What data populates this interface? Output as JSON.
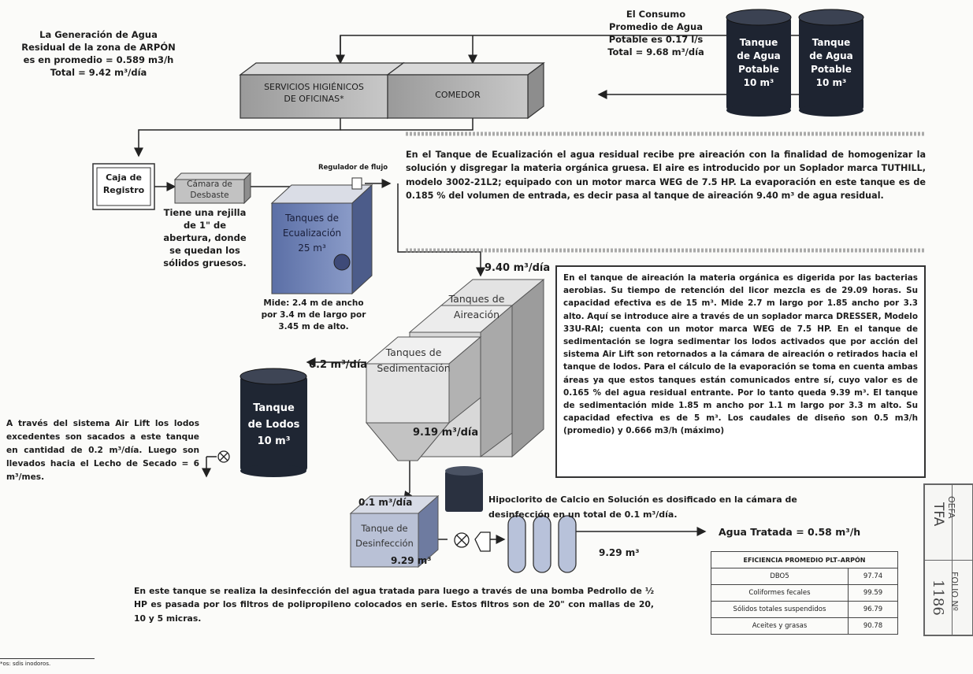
{
  "generation": {
    "line1": "La Generación de Agua",
    "line2": "Residual de la zona de ARPÓN",
    "line3": "es en promedio = 0.589 m3/h",
    "line4": "Total = 9.42 m³/día"
  },
  "consumption": {
    "line1": "El Consumo",
    "line2": "Promedio de Agua",
    "line3": "Potable es  0.17  l/s",
    "line4": "Total = 9.68 m³/día"
  },
  "potable_tanks": [
    {
      "l1": "Tanque",
      "l2": "de Agua",
      "l3": "Potable",
      "l4": "10 m³"
    },
    {
      "l1": "Tanque",
      "l2": "de Agua",
      "l3": "Potable",
      "l4": "10 m³"
    }
  ],
  "boxes": {
    "services_l1": "SERVICIOS HIGIÉNICOS",
    "services_l2": "DE OFICINAS*",
    "comedor": "COMEDOR",
    "caja_l1": "Caja de",
    "caja_l2": "Registro",
    "camara_l1": "Cámara de",
    "camara_l2": "Desbaste"
  },
  "rejilla": {
    "l1": "Tiene una rejilla",
    "l2": "de 1\" de",
    "l3": "abertura, donde",
    "l4": "se quedan los",
    "l5": "sólidos gruesos."
  },
  "regulador": "Regulador de flujo",
  "ecualizacion": {
    "l1": "Tanques de",
    "l2": "Ecualización",
    "l3": "25 m³",
    "dims_l1": "Mide: 2.4 m de ancho",
    "dims_l2": "por 3.4 m de largo por",
    "dims_l3": "3.45 m de alto."
  },
  "paragraph_ecualizacion": "En el  Tanque de Ecualización el agua residual recibe pre aireación con la finalidad de homogenizar la solución y disgregar la materia orgánica gruesa. El aire es introducido por un Soplador marca TUTHILL, modelo 3002-21L2; equipado con un motor marca WEG de 7.5 HP. La evaporación en este tanque es de 0.185 % del volumen de entrada, es decir pasa al tanque de aireación 9.40 m³ de agua residual.",
  "flow_940": "9.40 m³/día",
  "aireacion": {
    "l1": "Tanques de",
    "l2": "Aireación"
  },
  "sedimentacion": {
    "l1": "Tanques de",
    "l2": "Sedimentación"
  },
  "flow_02": "0.2 m³/día",
  "lodos_tank": {
    "l1": "Tanque",
    "l2": "de Lodos",
    "l3": "10 m³"
  },
  "flow_919": "9.19 m³/día",
  "paragraph_aireacion": "En el tanque de aireación la materia orgánica es digerida por las bacterias aerobias. Su tiempo de retención del licor mezcla es de 29.09 horas. Su capacidad efectiva es de 15 m³. Mide 2.7 m largo por 1.85 ancho por 3.3 alto. Aquí se introduce aire a través de un soplador marca DRESSER, Modelo 33U-RAI; cuenta con un motor marca WEG de 7.5 HP. En el tanque de sedimentación se logra sedimentar los lodos activados que por acción del sistema Air Lift son retornados a la cámara de aireación o retirados hacia el tanque de lodos. Para el cálculo de la evaporación se toma en cuenta ambas áreas ya que estos tanques están comunicados entre sí, cuyo valor es de 0.165 % del agua residual entrante. Por lo tanto queda 9.39 m³. El tanque de sedimentación mide 1.85 m ancho por 1.1 m largo por 3.3 m alto. Su capacidad efectiva es de 5 m³. Los caudales de diseño son 0.5 m3/h (promedio) y 0.666 m3/h (máximo)",
  "air_lift_text": "A través del sistema Air Lift los lodos excedentes son sacados a este tanque en cantidad de 0.2 m³/día. Luego son llevados hacia el Lecho de Secado = 6 m³/mes.",
  "flow_01": "0.1 m³/día",
  "hipoclorito_l1": "Hipoclorito de Calcio en Solución es dosificado en la cámara de",
  "hipoclorito_l2": "desinfección en un total de 0.1 m³/día.",
  "desinfeccion": {
    "l1": "Tanque de",
    "l2": "Desinfección"
  },
  "flow_929_a": "9.29 m³",
  "flow_929_b": "9.29 m³",
  "agua_tratada": "Agua Tratada = 0.58  m³/h",
  "paragraph_desinfeccion": "En este tanque se realiza la desinfección del agua tratada para luego a través de una bomba Pedrollo de ½ HP es pasada por los filtros de polipropileno colocados en serie. Estos filtros son de 20\" con mallas de 20, 10 y 5 micras.",
  "footnote": "*os: sdis inodoros.",
  "efficiency_table": {
    "header": "EFICIENCIA PROMEDIO PLT–ARPÓN",
    "rows": [
      {
        "label": "DBO5",
        "value": "97.74"
      },
      {
        "label": "Coliformes fecales",
        "value": "99.59"
      },
      {
        "label": "Sólidos totales suspendidos",
        "value": "96.79"
      },
      {
        "label": "Aceites y grasas",
        "value": "90.78"
      }
    ]
  },
  "stamp": {
    "oefa": "OEFA",
    "folio": "FOLIO Nº",
    "tfa": "TFA",
    "number": "1186"
  }
}
